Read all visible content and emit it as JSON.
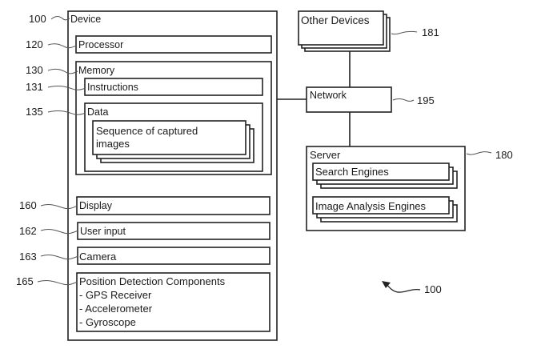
{
  "figure": {
    "system_ref": "100",
    "device": {
      "ref": "100",
      "label": "Device",
      "processor": {
        "ref": "120",
        "label": "Processor"
      },
      "memory": {
        "ref": "130",
        "label": "Memory",
        "instructions": {
          "ref": "131",
          "label": "Instructions"
        },
        "data": {
          "ref": "135",
          "label": "Data",
          "stack_line1": "Sequence of captured",
          "stack_line2": "images"
        }
      },
      "display": {
        "ref": "160",
        "label": "Display"
      },
      "user_input": {
        "ref": "162",
        "label": "User input"
      },
      "camera": {
        "ref": "163",
        "label": "Camera"
      },
      "position": {
        "ref": "165",
        "label": "Position Detection Components",
        "items": [
          "- GPS Receiver",
          "- Accelerometer",
          "- Gyroscope"
        ]
      }
    },
    "other_devices": {
      "ref": "181",
      "label": "Other Devices"
    },
    "network": {
      "ref": "195",
      "label": "Network"
    },
    "server": {
      "ref": "180",
      "label": "Server",
      "search_engines": "Search Engines",
      "image_analysis_engines": "Image Analysis Engines"
    }
  }
}
